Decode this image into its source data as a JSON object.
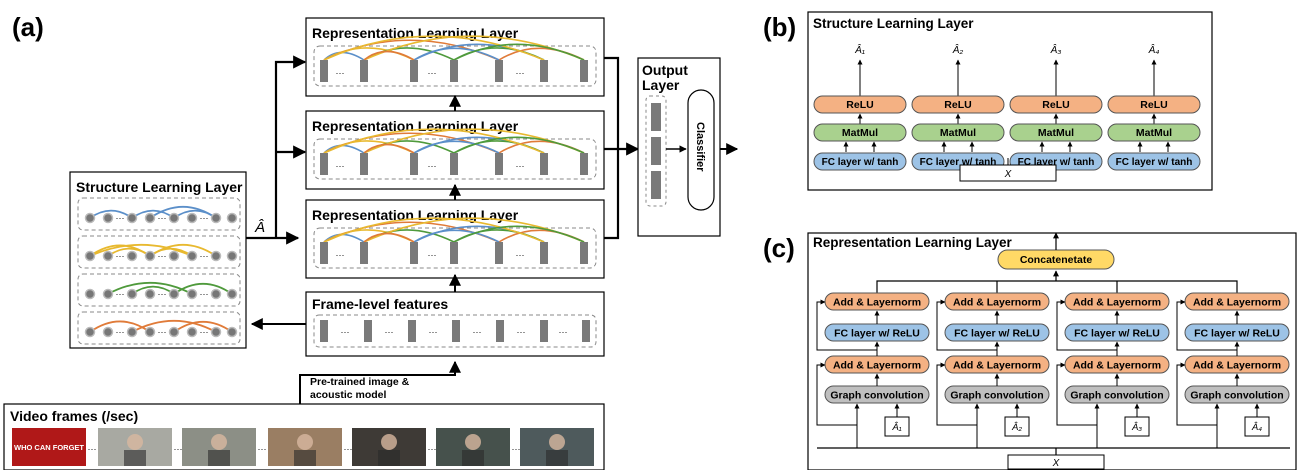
{
  "panel_a": {
    "label": "(a)",
    "structure_layer_title": "Structure Learning Layer",
    "a_hat": "Â",
    "rep_layer_title": "Representation Learning Layer",
    "frame_features_title": "Frame-level features",
    "output_layer_title_1": "Output",
    "output_layer_title_2": "Layer",
    "classifier": "Classifier",
    "pretrained_1": "Pre-trained image &",
    "pretrained_2": "acoustic model",
    "video_frames_title": "Video frames (/sec)",
    "frame_caption": "WHO CAN FORGET",
    "ellipsis": "···",
    "colors": {
      "blue": "#5b8fc9",
      "yellow": "#e8b92f",
      "green": "#4f9a3c",
      "orange": "#e07b39",
      "gray_bar": "#7a7a7a"
    }
  },
  "panel_b": {
    "label": "(b)",
    "title": "Structure Learning Layer",
    "outputs": [
      "Â₁",
      "Â₂",
      "Â₃",
      "Â₄"
    ],
    "relu": "ReLU",
    "matmul": "MatMul",
    "fc": "FC layer w/ tanh",
    "input": "X",
    "colors": {
      "relu": "#f4b183",
      "matmul": "#a9d18e",
      "fc": "#9dc3e6"
    }
  },
  "panel_c": {
    "label": "(c)",
    "title": "Representation Learning Layer",
    "concat": "Concatenetate",
    "add_norm": "Add & Layernorm",
    "fc_relu": "FC layer w/ ReLU",
    "graph_conv": "Graph convolution",
    "adj": [
      "Â₁",
      "Â₂",
      "Â₃",
      "Â₄"
    ],
    "input": "X",
    "colors": {
      "concat": "#ffd966",
      "add_norm": "#f4b183",
      "fc": "#9dc3e6",
      "graph": "#bfbfbf"
    }
  }
}
